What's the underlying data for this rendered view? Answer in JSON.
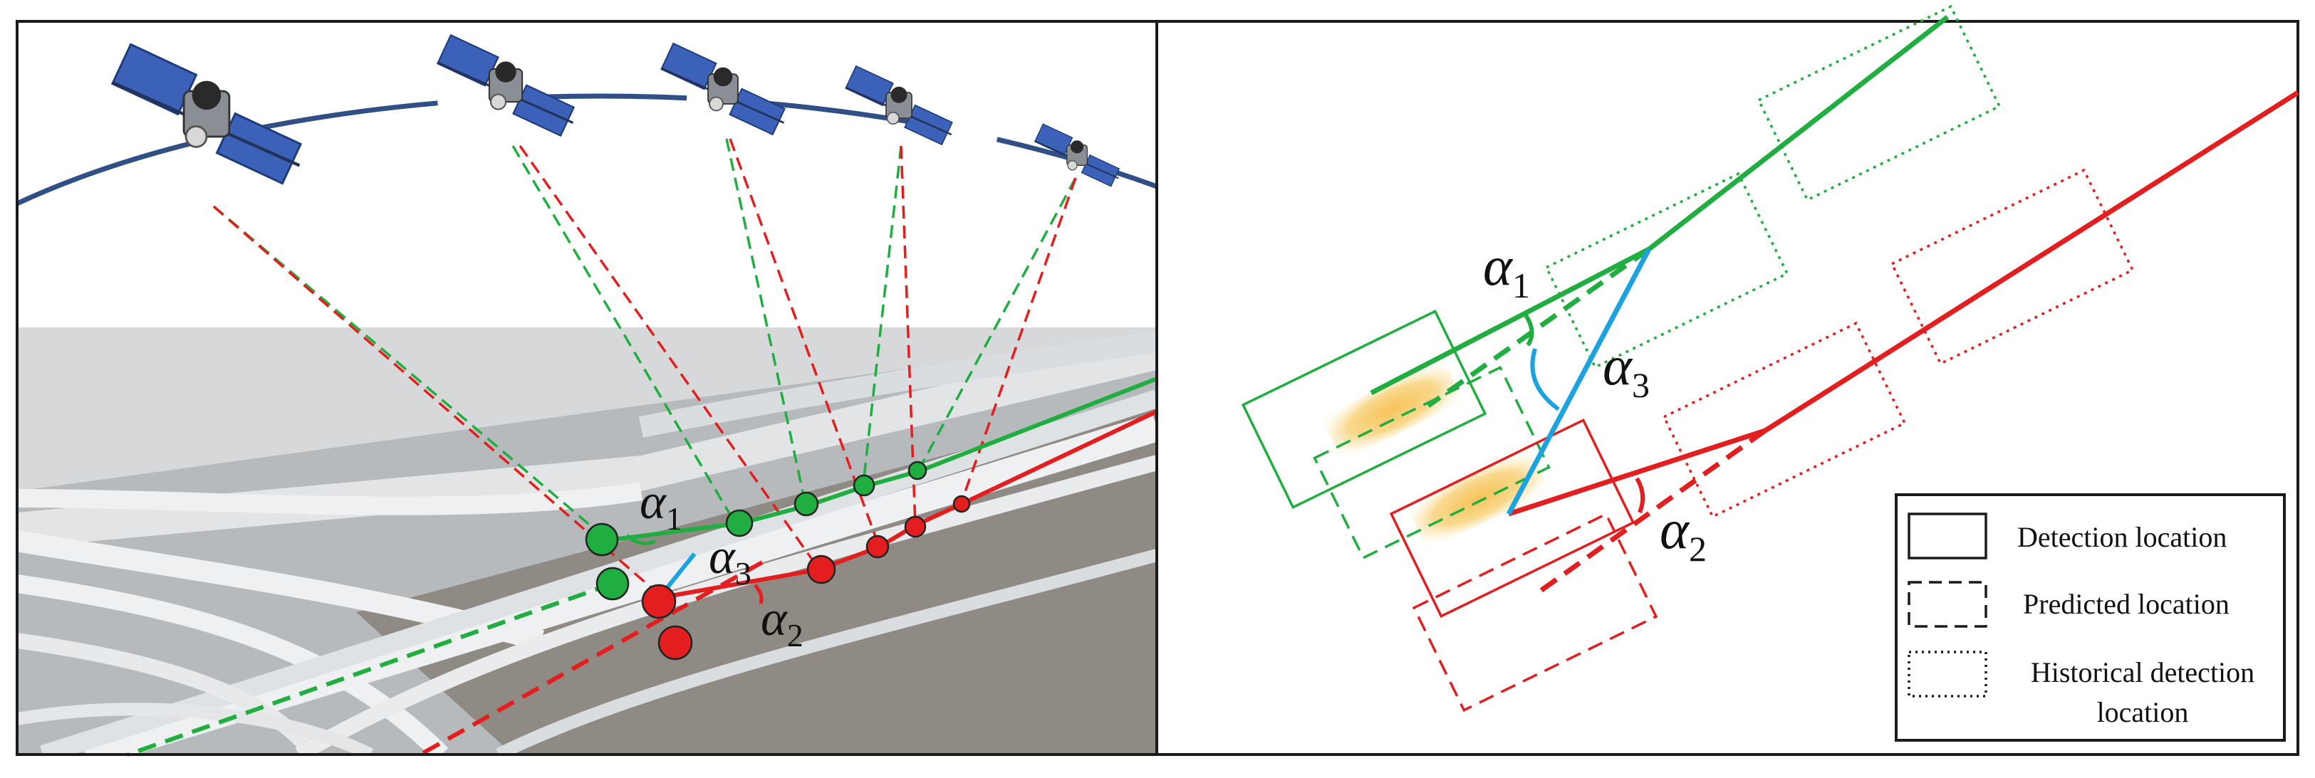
{
  "left_panel": {
    "angle_labels": [
      {
        "symbol": "α",
        "subscript": "1"
      },
      {
        "symbol": "α",
        "subscript": "3"
      },
      {
        "symbol": "α",
        "subscript": "2"
      }
    ]
  },
  "right_panel": {
    "angle_labels": [
      {
        "symbol": "α",
        "subscript": "1"
      },
      {
        "symbol": "α",
        "subscript": "3"
      },
      {
        "symbol": "α",
        "subscript": "2"
      }
    ]
  },
  "legend": {
    "detection": "Detection location",
    "predicted": "Predicted location",
    "historical_line1": "Historical detection",
    "historical_line2": "location"
  },
  "colors": {
    "green": "#1fae3f",
    "red": "#e41e1e",
    "blue": "#1aa3e0",
    "orbit": "#2f4f86"
  }
}
